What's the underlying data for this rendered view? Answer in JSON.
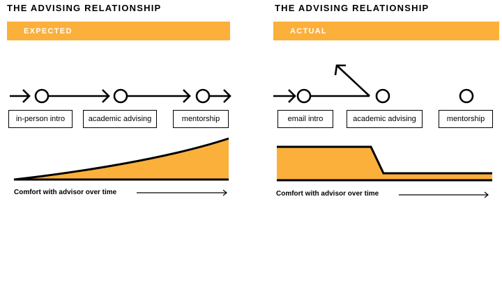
{
  "expected": {
    "title": "THE ADVISING RELATIONSHIP",
    "banner": "EXPECTED",
    "stages": [
      "in-person intro",
      "academic advising",
      "mentorship"
    ],
    "caption": "Comfort with advisor over time"
  },
  "actual": {
    "title": "THE ADVISING RELATIONSHIP",
    "banner": "ACTUAL",
    "stages": [
      "email intro",
      "academic advising",
      "mentorship"
    ],
    "caption": "Comfort with advisor over time"
  },
  "colors": {
    "accent": "#FBB03B",
    "ink": "#000000",
    "banner_text": "#FFFFFF"
  }
}
